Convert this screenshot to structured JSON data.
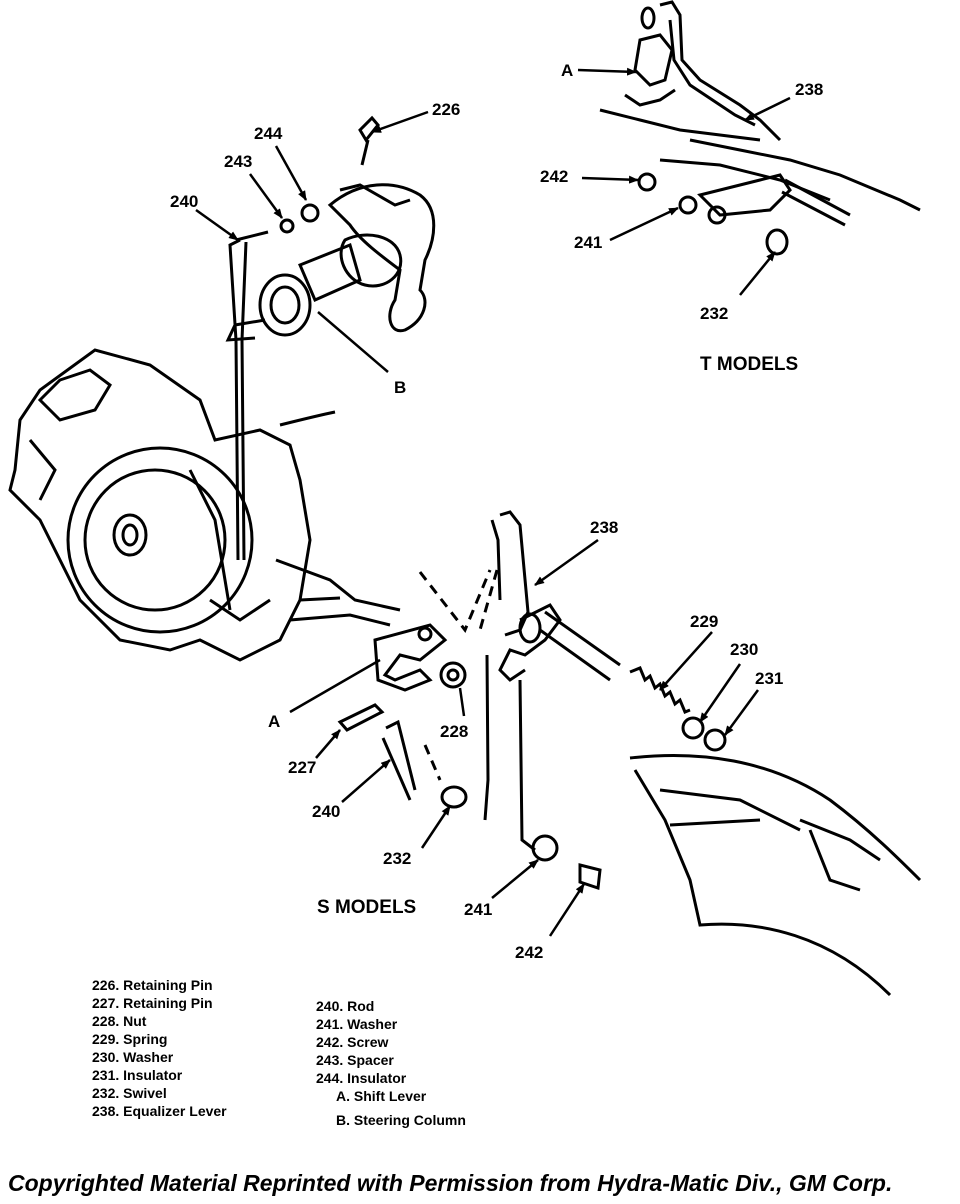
{
  "callouts": {
    "t_226": "226",
    "t_244": "244",
    "t_243": "243",
    "t_240": "240",
    "t_B": "B",
    "t_A_top": "A",
    "t_238_top": "238",
    "t_242_top": "242",
    "t_241_top": "241",
    "t_232_top": "232",
    "t_238_s": "238",
    "t_229": "229",
    "t_230": "230",
    "t_231": "231",
    "t_A_s": "A",
    "t_228": "228",
    "t_227": "227",
    "t_240_s": "240",
    "t_232_s": "232",
    "t_241_s": "241",
    "t_242_s": "242"
  },
  "sections": {
    "t_models": "T MODELS",
    "s_models": "S MODELS"
  },
  "legend": {
    "left": [
      "226. Retaining Pin",
      "227. Retaining Pin",
      "228. Nut",
      "229. Spring",
      "230. Washer",
      "231. Insulator",
      "232. Swivel",
      "238. Equalizer Lever"
    ],
    "right": [
      "240. Rod",
      "241. Washer",
      "242. Screw",
      "243. Spacer",
      "244. Insulator"
    ],
    "letters": [
      "A. Shift Lever",
      "B. Steering Column"
    ]
  },
  "copyright": "Copyrighted Material Reprinted with Permission from Hydra-Matic Div., GM Corp."
}
